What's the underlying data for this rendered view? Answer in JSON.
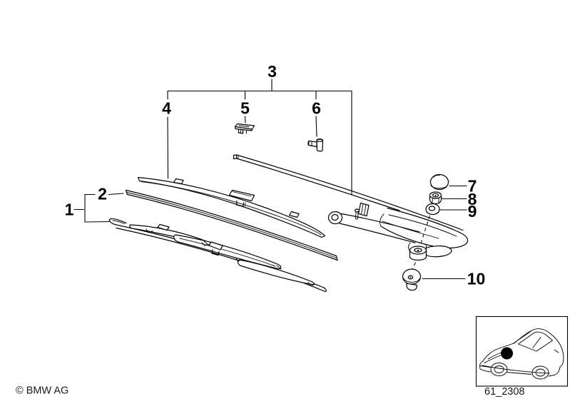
{
  "diagram": {
    "background": "#ffffff",
    "line_color": "#000000",
    "callouts": [
      {
        "label": "1"
      },
      {
        "label": "2"
      },
      {
        "label": "3"
      },
      {
        "label": "4"
      },
      {
        "label": "5"
      },
      {
        "label": "6"
      },
      {
        "label": "7"
      },
      {
        "label": "8"
      },
      {
        "label": "9"
      },
      {
        "label": "10"
      }
    ],
    "footer": {
      "copyright": "© BMW AG",
      "code": "61_2308"
    }
  }
}
